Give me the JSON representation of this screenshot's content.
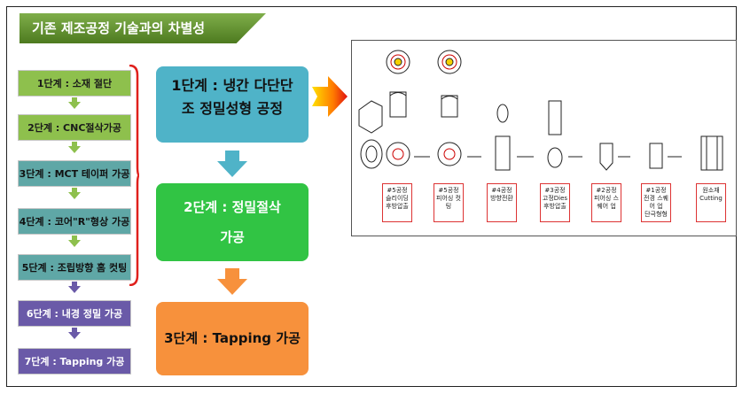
{
  "title": "기존 제조공정 기술과의 차별성",
  "steps": [
    {
      "label": "1단계 : 소재 절단"
    },
    {
      "label": "2단계 : CNC절삭가공"
    },
    {
      "label": "3단계 : MCT 테이퍼 가공"
    },
    {
      "label": "4단계 : 코어\"R\"형상 가공"
    },
    {
      "label": "5단계 : 조립방향 홈 컷팅"
    },
    {
      "label": "6단계 : 내경 정밀 가공"
    },
    {
      "label": "7단계 : Tapping 가공"
    }
  ],
  "new_process": {
    "box1": {
      "line1": "1단계 : 냉간 다단단",
      "line2": "조 정밀성형 공정"
    },
    "box2": {
      "line1": "2단계 : 정밀절삭",
      "line2": "가공"
    },
    "box3": {
      "label": "3단계 : Tapping 가공"
    }
  },
  "drawing_labels": [
    {
      "line1": "#5공정",
      "line2": "슬리이딩",
      "line3": "후방압출"
    },
    {
      "line1": "#5공정",
      "line2": "피어싱 컷팅",
      "line3": ""
    },
    {
      "line1": "#4공정",
      "line2": "방향전환",
      "line3": ""
    },
    {
      "line1": "#3공정",
      "line2": "고정Dies",
      "line3": "후방압출"
    },
    {
      "line1": "#2공정",
      "line2": "피어싱 스퀘어 업",
      "line3": ""
    },
    {
      "line1": "#1공정",
      "line2": "전경 스퀘어 업",
      "line3": "단극형형"
    },
    {
      "line1": "원소재",
      "line2": "Cutting",
      "line3": ""
    }
  ],
  "colors": {
    "green_step": "#8ec04d",
    "teal_step": "#5fa7a6",
    "purple_step": "#6a5aa8",
    "blue_box": "#4fb3c8",
    "green_box": "#31c444",
    "orange_box": "#f7913c",
    "brace": "#e0201c"
  }
}
